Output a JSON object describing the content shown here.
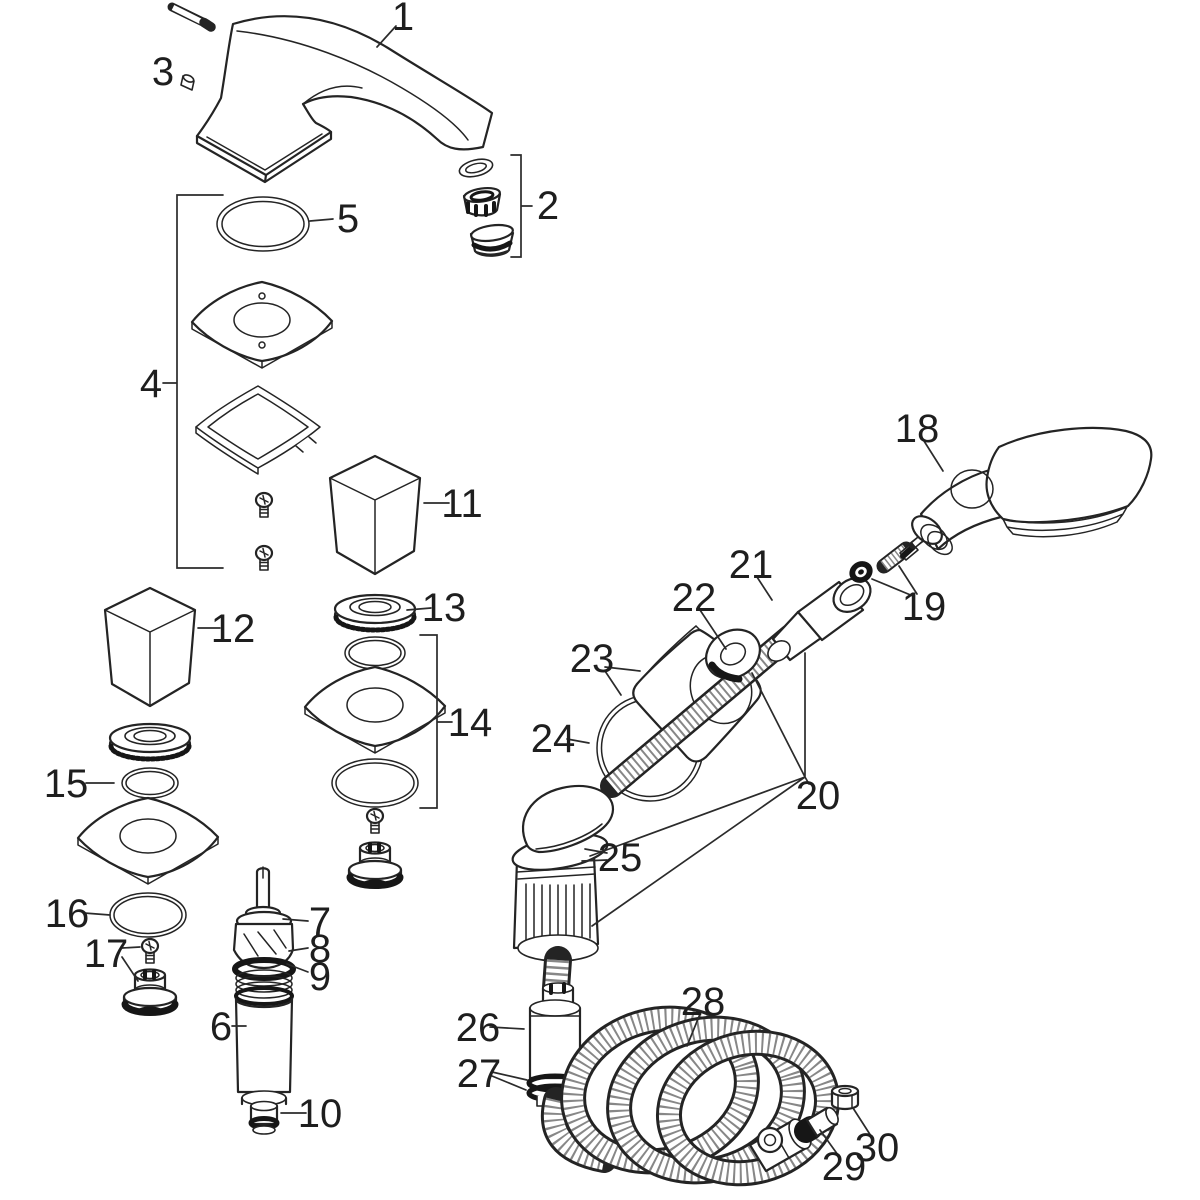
{
  "diagram": {
    "background_color": "#ffffff",
    "line_color": "#242424",
    "dark_fill_color": "#161616",
    "callouts": {
      "c1": {
        "label": "1"
      },
      "c2": {
        "label": "2"
      },
      "c3": {
        "label": "3"
      },
      "c4": {
        "label": "4"
      },
      "c5": {
        "label": "5"
      },
      "c6": {
        "label": "6"
      },
      "c7": {
        "label": "7"
      },
      "c8": {
        "label": "8"
      },
      "c9": {
        "label": "9"
      },
      "c10": {
        "label": "10"
      },
      "c11": {
        "label": "11"
      },
      "c12": {
        "label": "12"
      },
      "c13": {
        "label": "13"
      },
      "c14": {
        "label": "14"
      },
      "c15": {
        "label": "15"
      },
      "c16": {
        "label": "16"
      },
      "c17": {
        "label": "17"
      },
      "c18": {
        "label": "18"
      },
      "c19": {
        "label": "19"
      },
      "c20": {
        "label": "20"
      },
      "c21": {
        "label": "21"
      },
      "c22": {
        "label": "22"
      },
      "c23": {
        "label": "23"
      },
      "c24": {
        "label": "24"
      },
      "c25": {
        "label": "25"
      },
      "c26": {
        "label": "26"
      },
      "c27": {
        "label": "27"
      },
      "c28": {
        "label": "28"
      },
      "c29": {
        "label": "29"
      },
      "c30": {
        "label": "30"
      }
    }
  }
}
